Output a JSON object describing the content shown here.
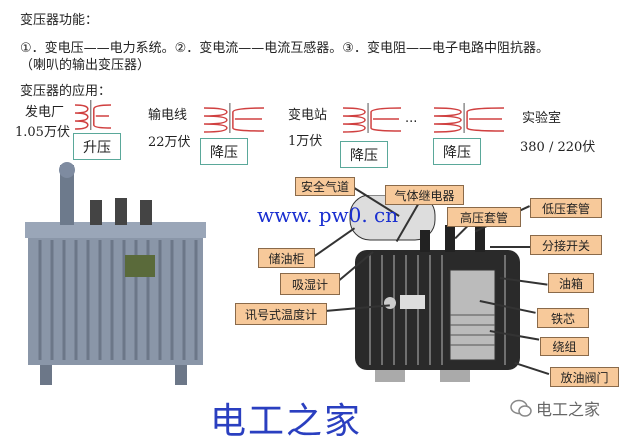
{
  "title": "变压器功能：",
  "functions": "①．变电压——电力系统。②．变电流——电流互感器。③．变电阻——电子电路中阻抗器。",
  "functions_note": "（喇叭的输出变压器）",
  "applications_title": "变压器的应用：",
  "chain": {
    "plant": "发电厂",
    "plant_v": "1.05万伏",
    "line": "输电线",
    "line_v": "22万伏",
    "station": "变电站",
    "station_v": "1万伏",
    "lab": "实验室",
    "lab_v": "380 / 220伏",
    "ellipsis": "...",
    "step_up": "升压",
    "step_down_1": "降压",
    "step_down_2": "降压",
    "step_down_3": "降压"
  },
  "parts": {
    "safety_vent": "安全气道",
    "gas_relay": "气体继电器",
    "hv_bushing": "高压套管",
    "lv_bushing": "低压套管",
    "tap_changer": "分接开关",
    "conservator": "储油柜",
    "breather": "吸湿计",
    "tank": "油箱",
    "thermometer": "讯号式温度计",
    "core": "铁芯",
    "winding": "绕组",
    "drain_valve": "放油阀门"
  },
  "watermark": "www. pw0. cn",
  "footer_title": "电工之家",
  "footer_brand": "电工之家",
  "colors": {
    "coil": "#d04040",
    "label_bg": "#f7c99a",
    "box_border": "#5aa89a",
    "footer": "#2a3fc0"
  }
}
